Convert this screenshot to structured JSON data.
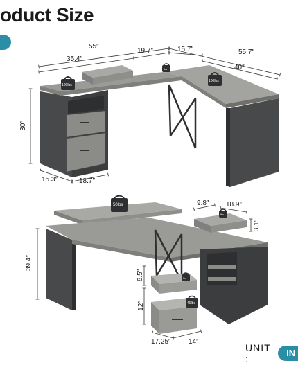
{
  "header": {
    "title": "oduct Size",
    "accent_color": "#2a8fa6"
  },
  "top_view": {
    "dims": {
      "total_left_width": "55″",
      "left_section": "35.4″",
      "mid_section": "19.7″",
      "return_depth": "15.7″",
      "return_total": "55.7″",
      "return_top": "40″",
      "height": "30″",
      "cabinet_depth": "15.3″",
      "cabinet_width": "18.7″"
    },
    "weights": {
      "monitor_stand": "100lbs",
      "center": "lbs",
      "right": "100lbs"
    }
  },
  "bottom_view": {
    "dims": {
      "stand_width": "9.8″",
      "stand_depth": "18.9″",
      "stand_height": "3.1″",
      "lift_height": "39.4″",
      "drawer_top": "6.5″",
      "drawer_bottom": "12″",
      "drawer_depth": "17.25″",
      "drawer_width": "14″"
    },
    "weights": {
      "lift_top": "50lbs",
      "stand": "lbs",
      "drawer_top": "lbs",
      "drawer_bottom": "40lbs"
    }
  },
  "footer": {
    "unit_label": "UNIT :",
    "unit_value": "IN"
  },
  "colors": {
    "wood": "#9a9a97",
    "wood_dark": "#7f7f7c",
    "steel": "#48494b",
    "steel_dark": "#2e2f31",
    "line": "#333333"
  }
}
